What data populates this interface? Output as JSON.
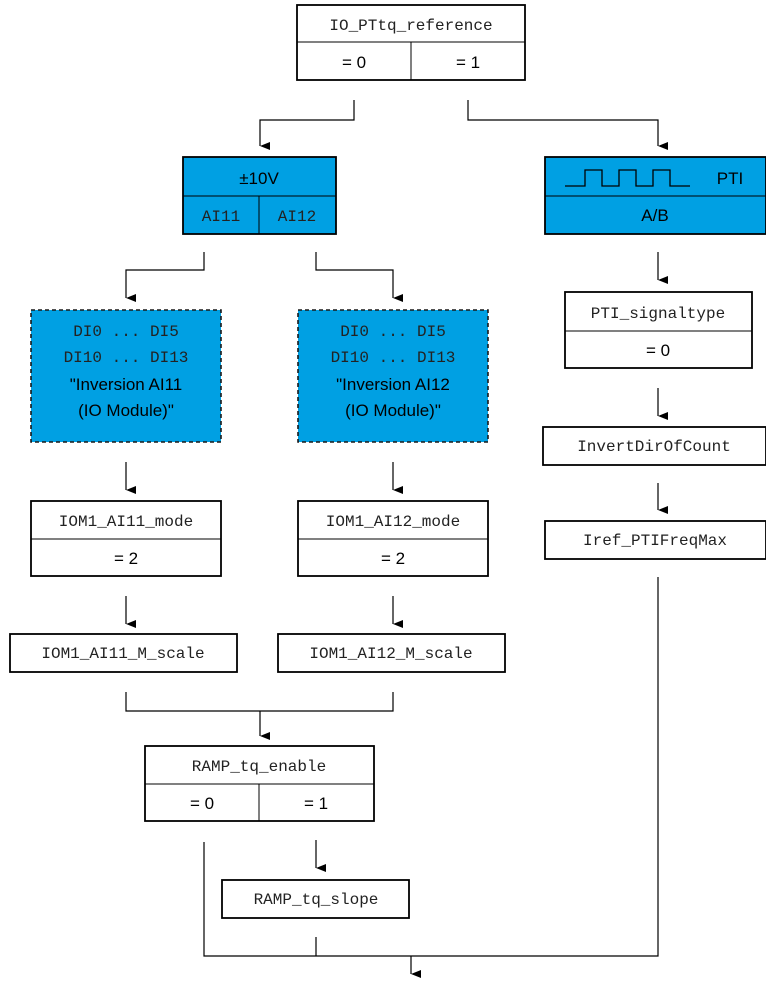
{
  "io_pttq_reference": {
    "name": "IO_PTtq_reference",
    "left": "= 0",
    "right": "= 1"
  },
  "analog_input": {
    "title": "±10V",
    "left": "AI11",
    "right": "AI12"
  },
  "pti_input": {
    "title": "PTI",
    "sub": "A/B"
  },
  "inversion_ai11": {
    "line1": "DI0 ... DI5",
    "line2": "DI10 ... DI13",
    "line3": "\"Inversion AI11",
    "line4": "(IO Module)\""
  },
  "inversion_ai12": {
    "line1": "DI0 ... DI5",
    "line2": "DI10 ... DI13",
    "line3": "\"Inversion AI12",
    "line4": "(IO Module)\""
  },
  "ai11_mode": {
    "name": "IOM1_AI11_mode",
    "value": "= 2"
  },
  "ai12_mode": {
    "name": "IOM1_AI12_mode",
    "value": "= 2"
  },
  "ai11_scale": {
    "name": "IOM1_AI11_M_scale"
  },
  "ai12_scale": {
    "name": "IOM1_AI12_M_scale"
  },
  "pti_signaltype": {
    "name": "PTI_signaltype",
    "value": "= 0"
  },
  "invert_dir": {
    "name": "InvertDirOfCount"
  },
  "iref_pti": {
    "name": "Iref_PTIFreqMax"
  },
  "ramp_enable": {
    "name": "RAMP_tq_enable",
    "left": "= 0",
    "right": "= 1"
  },
  "ramp_slope": {
    "name": "RAMP_tq_slope"
  },
  "colors": {
    "accent": "#00a0e3"
  }
}
